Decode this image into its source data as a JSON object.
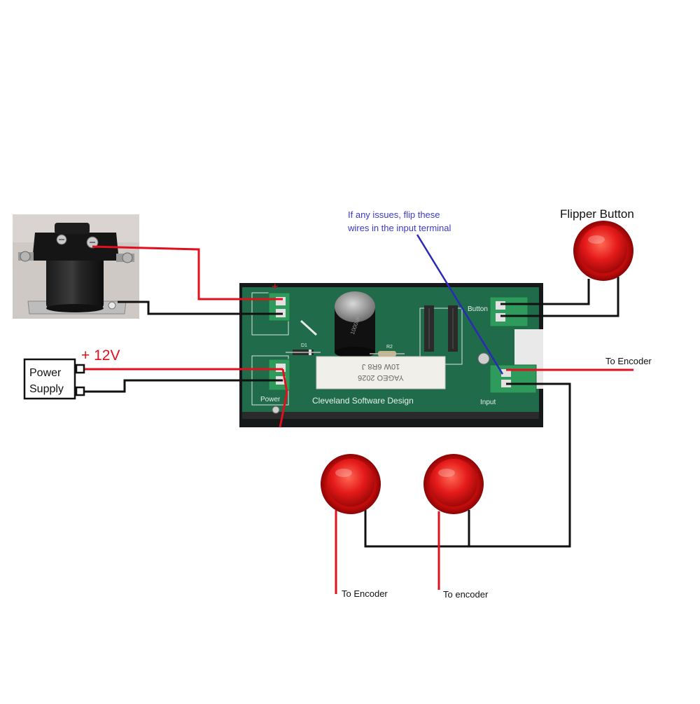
{
  "labels": {
    "flipper_button": "Flipper Button",
    "plus_12v": "+ 12V",
    "power_supply_line1": "Power",
    "power_supply_line2": "Supply",
    "to_encoder_right": "To Encoder",
    "to_encoder_bottom_left": "To Encoder",
    "to_encoder_bottom_right": "To encoder",
    "note_line1": "If any issues, flip these",
    "note_line2": "wires in the input terminal",
    "solenoid_plus": "+"
  },
  "board": {
    "silkscreen": "Cleveland Software Design",
    "resistor_line1": "YAGEO  2026",
    "resistor_line2": "10W   6R8   J",
    "capacitor_text": "1000uF",
    "terminal_power": "Power",
    "terminal_input": "Input",
    "terminal_button": "Button",
    "r2_label": "R2",
    "d1_label": "D1"
  },
  "colors": {
    "wire_positive": "#e0101e",
    "wire_ground": "#111111",
    "note_text": "#3a3ac8",
    "note_arrow": "#2a2ab8",
    "button_red": "#e51a1a",
    "board_green": "#1f6b4a",
    "terminal_green": "#2e9a5c"
  }
}
